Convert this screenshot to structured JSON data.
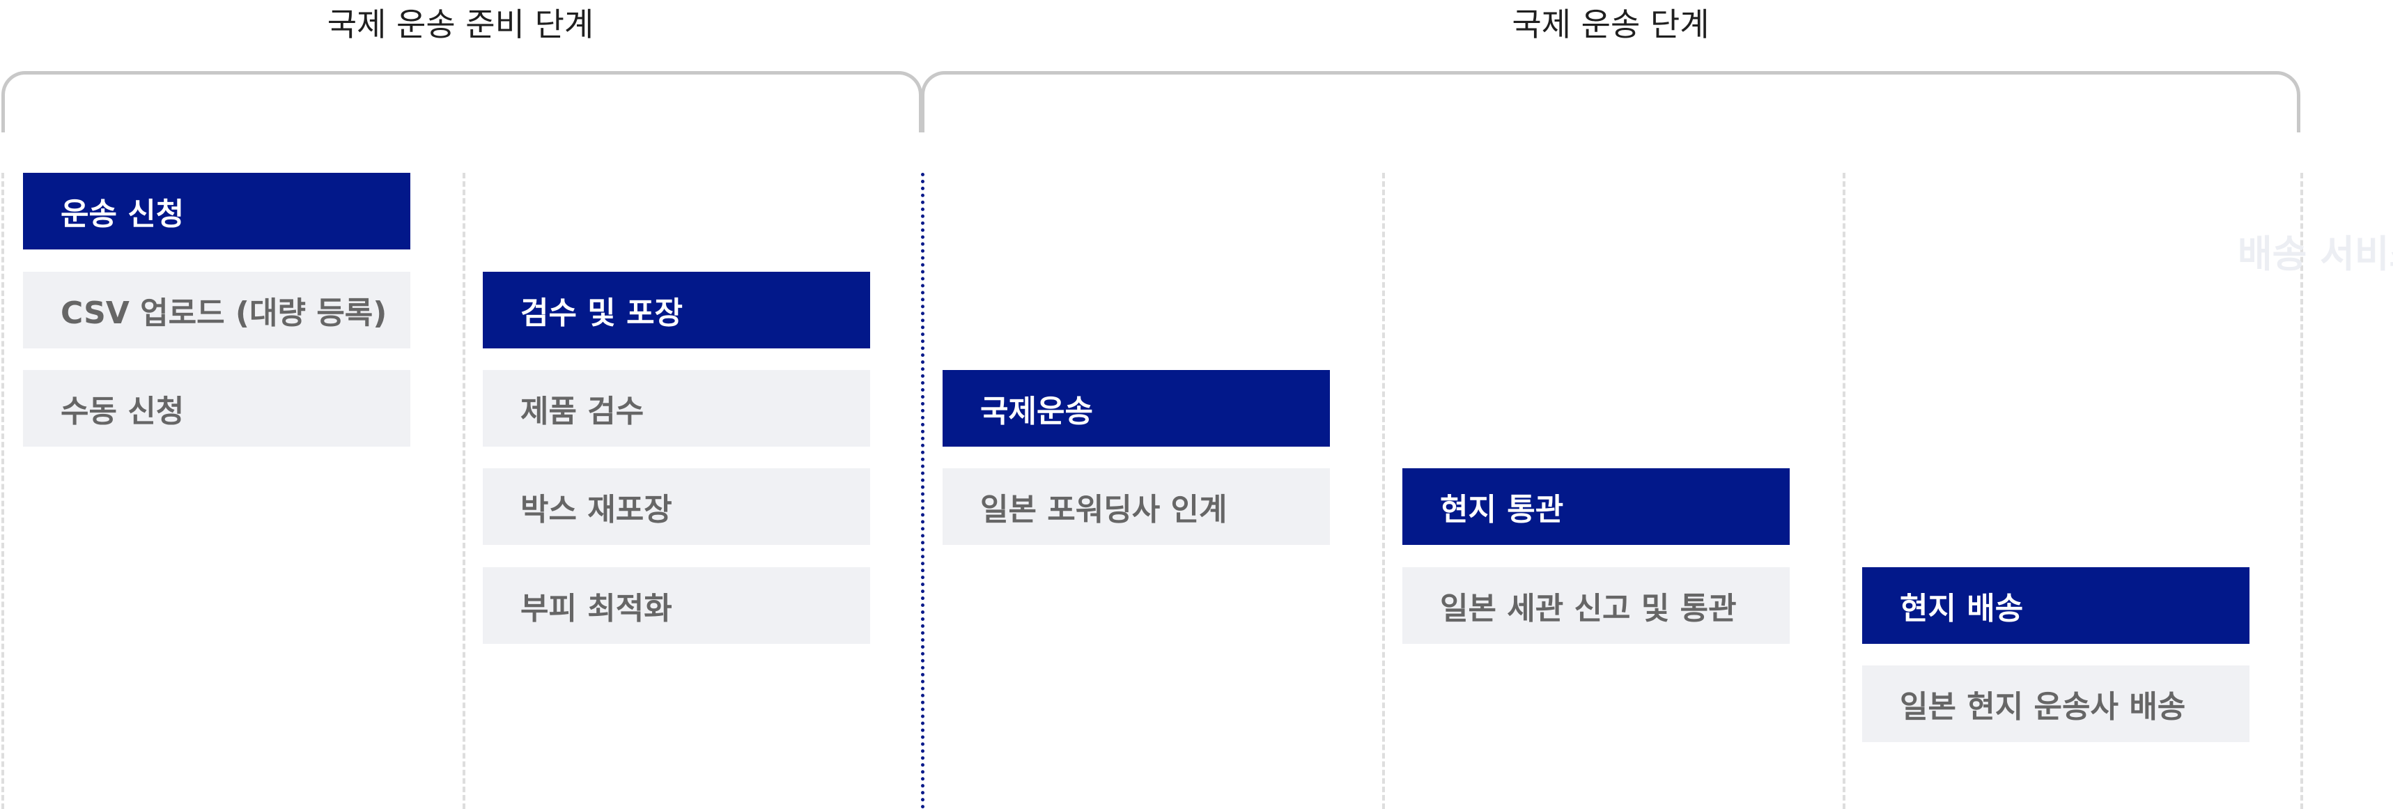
{
  "phases": [
    {
      "title": "국제 운송 준비 단계"
    },
    {
      "title": "국제 운송 단계"
    }
  ],
  "columns": [
    {
      "header": "운송 신청",
      "items": [
        "CSV 업로드 (대량 등록)",
        "수동 신청"
      ]
    },
    {
      "header": "검수 및 포장",
      "items": [
        "제품 검수",
        "박스 재포장",
        "부피 최적화"
      ]
    },
    {
      "header": "국제운송",
      "items": [
        "일본 포워딩사 인계"
      ]
    },
    {
      "header": "현지 통관",
      "items": [
        "일본 세관 신고 및 통관"
      ]
    },
    {
      "header": "현지 배송",
      "items": [
        "일본 현지 운송사 배송"
      ]
    }
  ],
  "ghost_text": "배송 서비스",
  "colors": {
    "header_bg": "#02188a",
    "item_bg": "#f0f1f4",
    "item_text": "#666666",
    "divider": "#0a1a8a",
    "bracket": "#c8c8c8"
  }
}
